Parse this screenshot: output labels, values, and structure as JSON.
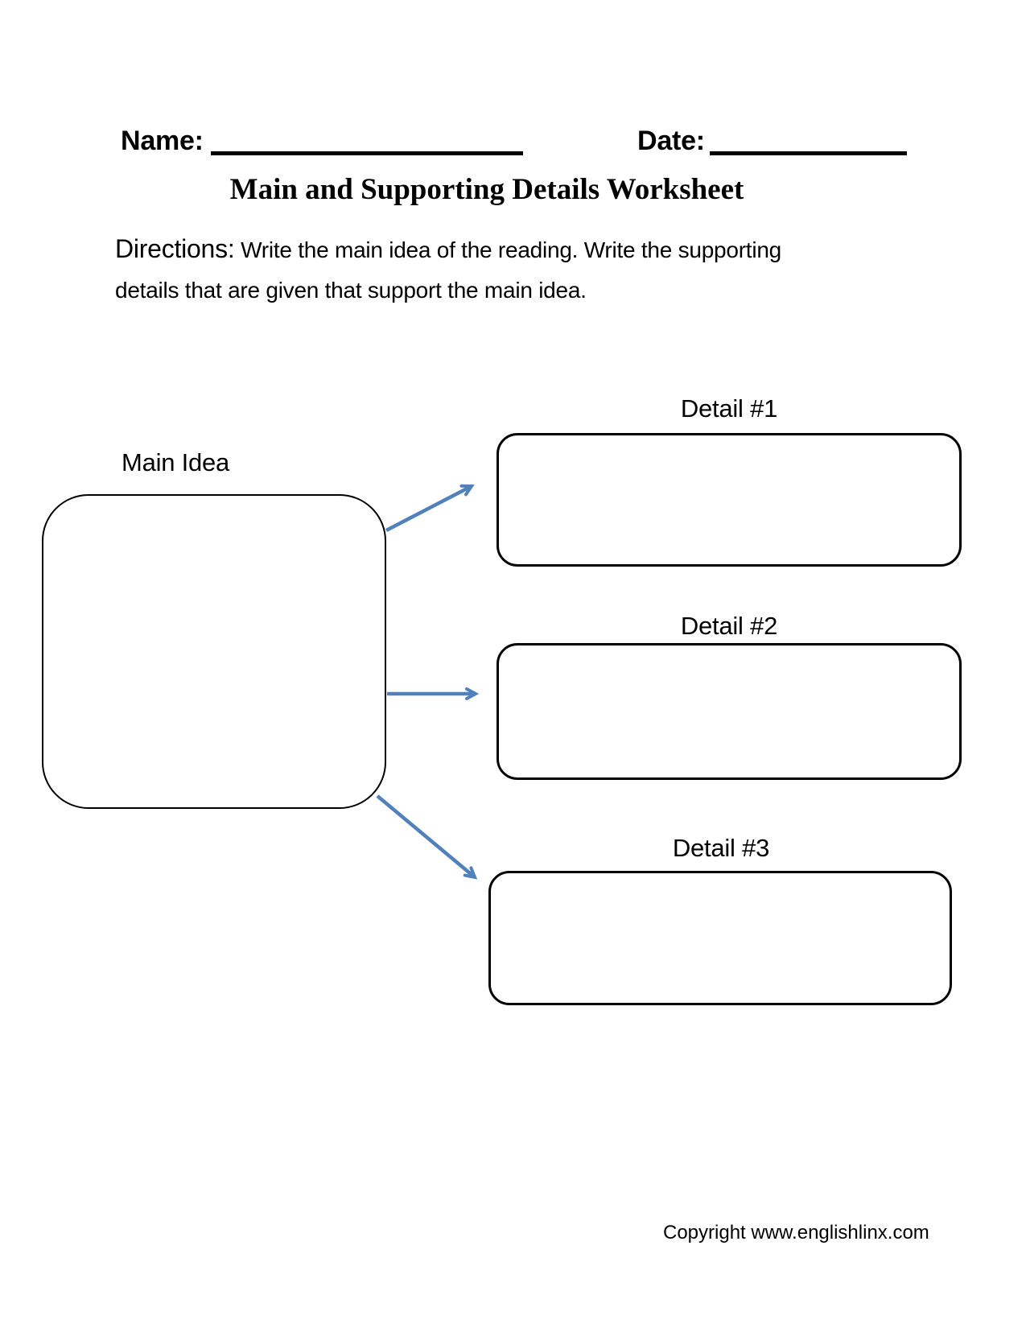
{
  "header": {
    "name_label": "Name:",
    "date_label": "Date:",
    "title": "Main and Supporting Details Worksheet"
  },
  "directions": {
    "label": "Directions:",
    "line1": "Write the main idea of the reading. Write the supporting",
    "line2": "details that are given that support the main idea."
  },
  "diagram": {
    "main_idea_label": "Main Idea",
    "details": [
      {
        "label": "Detail #1"
      },
      {
        "label": "Detail #2"
      },
      {
        "label": "Detail #3"
      }
    ],
    "arrow_color": "#4F81BD",
    "outline_color": "#000000"
  },
  "footer": {
    "copyright": "Copyright www.englishlinx.com"
  }
}
